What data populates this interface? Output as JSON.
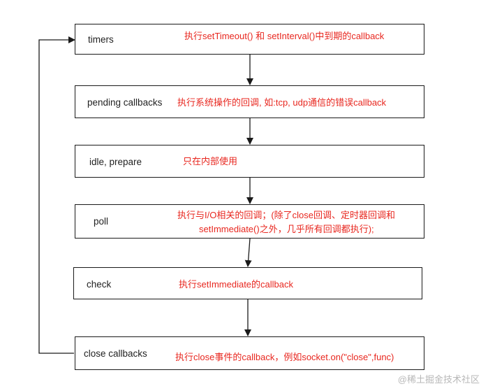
{
  "diagram": {
    "phases": [
      {
        "id": "timers",
        "label": "timers",
        "description": [
          "执行setTimeout() 和 setInterval()中到期的callback"
        ]
      },
      {
        "id": "pending",
        "label": "pending callbacks",
        "description": [
          "执行系统操作的回调, 如:tcp, udp通信的错误callback"
        ]
      },
      {
        "id": "idle",
        "label": "idle, prepare",
        "description": [
          "只在内部使用"
        ]
      },
      {
        "id": "poll",
        "label": "poll",
        "description": [
          "执行与I/O相关的回调；(除了close回调、定时器回调和",
          "setImmediate()之外，几乎所有回调都执行);"
        ]
      },
      {
        "id": "check",
        "label": "check",
        "description": [
          "执行setImmediate的callback"
        ]
      },
      {
        "id": "close",
        "label": "close callbacks",
        "description": [
          "执行close事件的callback，例如socket.on(\"close\",func)"
        ]
      }
    ],
    "colors": {
      "border": "#1a1a1a",
      "label": "#222222",
      "description": "#e8271f",
      "arrow": "#1a1a1a"
    }
  },
  "watermark": "@稀土掘金技术社区"
}
